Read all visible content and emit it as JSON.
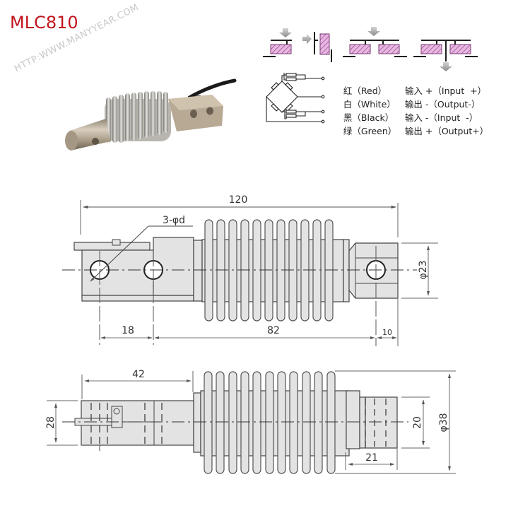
{
  "header": {
    "model": "MLC810",
    "watermark": "HTTP:WWW.MANYYEAR.COM"
  },
  "photo": {
    "subject": "bellows-load-cell",
    "colors": {
      "body": "#b9ab96",
      "bellows": "#c9c6c0",
      "cable": "#1a1a1a"
    }
  },
  "mounting_diagrams": {
    "count": 4,
    "hatch_color": "#cc77c4",
    "arrow_color": "#9a9a9a",
    "items": [
      {
        "id": "single-top-load",
        "arrow": "down"
      },
      {
        "id": "side-load",
        "arrow": "right"
      },
      {
        "id": "dual-top-load",
        "arrow": "down"
      },
      {
        "id": "dual-bottom-load",
        "arrow": "down-below"
      }
    ]
  },
  "wiring": {
    "rows": [
      {
        "cn": "红",
        "en": "（Red）",
        "func_cn": "输入",
        "func": "+（Input  +）"
      },
      {
        "cn": "白",
        "en": "（White）",
        "func_cn": "输出",
        "func": "-（Output-）"
      },
      {
        "cn": "黑",
        "en": "（Black）",
        "func_cn": "输入",
        "func": "-（Input  -）"
      },
      {
        "cn": "绿",
        "en": "（Green）",
        "func_cn": "输出",
        "func": "+（Output+）"
      }
    ]
  },
  "drawing_top": {
    "dimensions": {
      "overall_length": "120",
      "hole_label": "3-φd",
      "hole_spacing": "18",
      "center_distance": "82",
      "end_offset": "10",
      "end_diameter": "φ23"
    }
  },
  "drawing_bottom": {
    "dimensions": {
      "block_length": "42",
      "block_height": "28",
      "end_height": "20",
      "end_length": "21",
      "bellows_diameter": "φ38"
    }
  },
  "colors": {
    "part_fill": "#e3e3e3",
    "line": "#444444",
    "title_red": "#c0141c"
  }
}
